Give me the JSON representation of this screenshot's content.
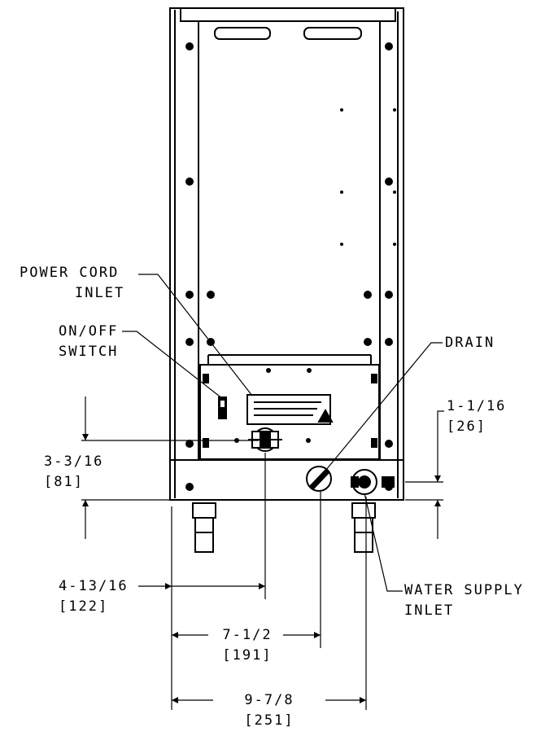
{
  "callouts": {
    "power_cord": {
      "line1": "POWER CORD",
      "line2": "INLET"
    },
    "switch": {
      "line1": "ON/OFF",
      "line2": "SWITCH"
    },
    "drain": {
      "line1": "DRAIN"
    },
    "water": {
      "line1": "WATER SUPPLY",
      "line2": "INLET"
    }
  },
  "dimensions": {
    "d1": {
      "imperial": "1-1/16",
      "metric": "[26]"
    },
    "d2": {
      "imperial": "3-3/16",
      "metric": "[81]"
    },
    "d3": {
      "imperial": "4-13/16",
      "metric": "[122]"
    },
    "d4": {
      "imperial": "7-1/2",
      "metric": "[191]"
    },
    "d5": {
      "imperial": "9-7/8",
      "metric": "[251]"
    }
  }
}
